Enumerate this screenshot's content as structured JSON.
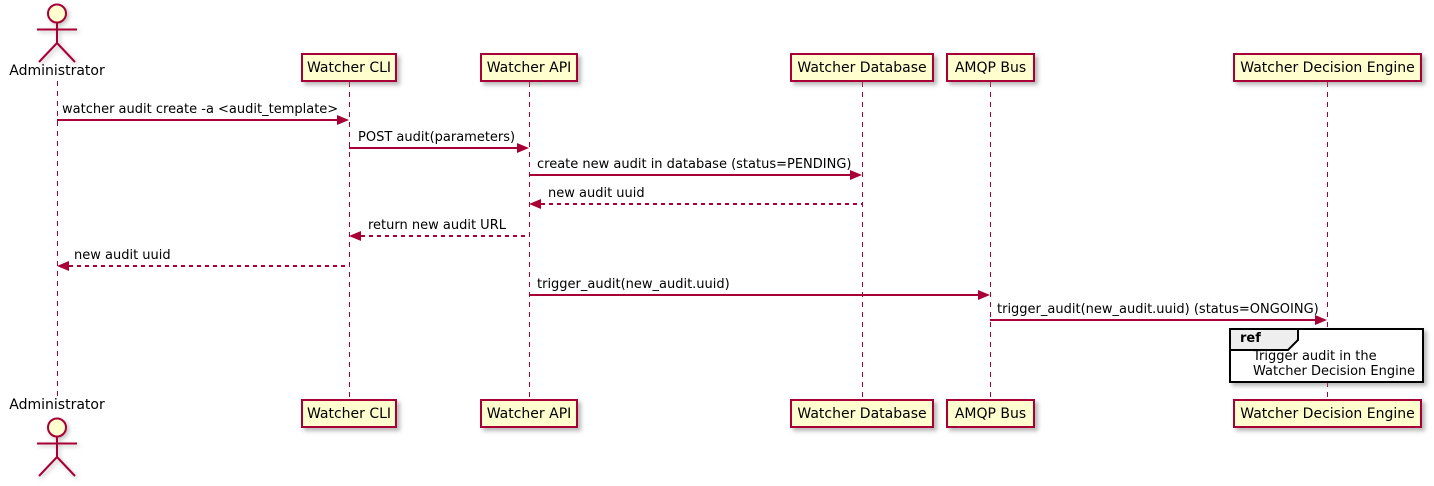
{
  "diagram_type": "sequence",
  "participants": [
    {
      "label": "Administrator",
      "type": "actor"
    },
    {
      "label": "Watcher CLI",
      "type": "participant"
    },
    {
      "label": "Watcher API",
      "type": "participant"
    },
    {
      "label": "Watcher Database",
      "type": "participant"
    },
    {
      "label": "AMQP Bus",
      "type": "participant"
    },
    {
      "label": "Watcher Decision Engine",
      "type": "participant"
    }
  ],
  "messages": [
    {
      "text": "watcher audit create -a <audit_template>",
      "from": "Administrator",
      "to": "Watcher CLI",
      "line": "solid",
      "direction": "right"
    },
    {
      "text": "POST audit(parameters)",
      "from": "Watcher CLI",
      "to": "Watcher API",
      "line": "solid",
      "direction": "right"
    },
    {
      "text": "create new audit in database (status=PENDING)",
      "from": "Watcher API",
      "to": "Watcher Database",
      "line": "solid",
      "direction": "right"
    },
    {
      "text": "new audit uuid",
      "from": "Watcher Database",
      "to": "Watcher API",
      "line": "dashed",
      "direction": "left"
    },
    {
      "text": "return new audit URL",
      "from": "Watcher API",
      "to": "Watcher CLI",
      "line": "dashed",
      "direction": "left"
    },
    {
      "text": "new audit uuid",
      "from": "Watcher CLI",
      "to": "Administrator",
      "line": "dashed",
      "direction": "left"
    },
    {
      "text": "trigger_audit(new_audit.uuid)",
      "from": "Watcher API",
      "to": "AMQP Bus",
      "line": "solid",
      "direction": "right"
    },
    {
      "text": "trigger_audit(new_audit.uuid) (status=ONGOING)",
      "from": "AMQP Bus",
      "to": "Watcher Decision Engine",
      "line": "solid",
      "direction": "right"
    }
  ],
  "ref_fragment": {
    "keyword": "ref",
    "line1": "Trigger audit in the",
    "line2": "Watcher Decision Engine"
  },
  "colors": {
    "participant_fill": "#FEFECE",
    "participant_border": "#A80036",
    "line_color": "#A80036",
    "text_color": "#000000",
    "ref_border": "#000000",
    "ref_keyword_fill": "#EEEEEE"
  }
}
